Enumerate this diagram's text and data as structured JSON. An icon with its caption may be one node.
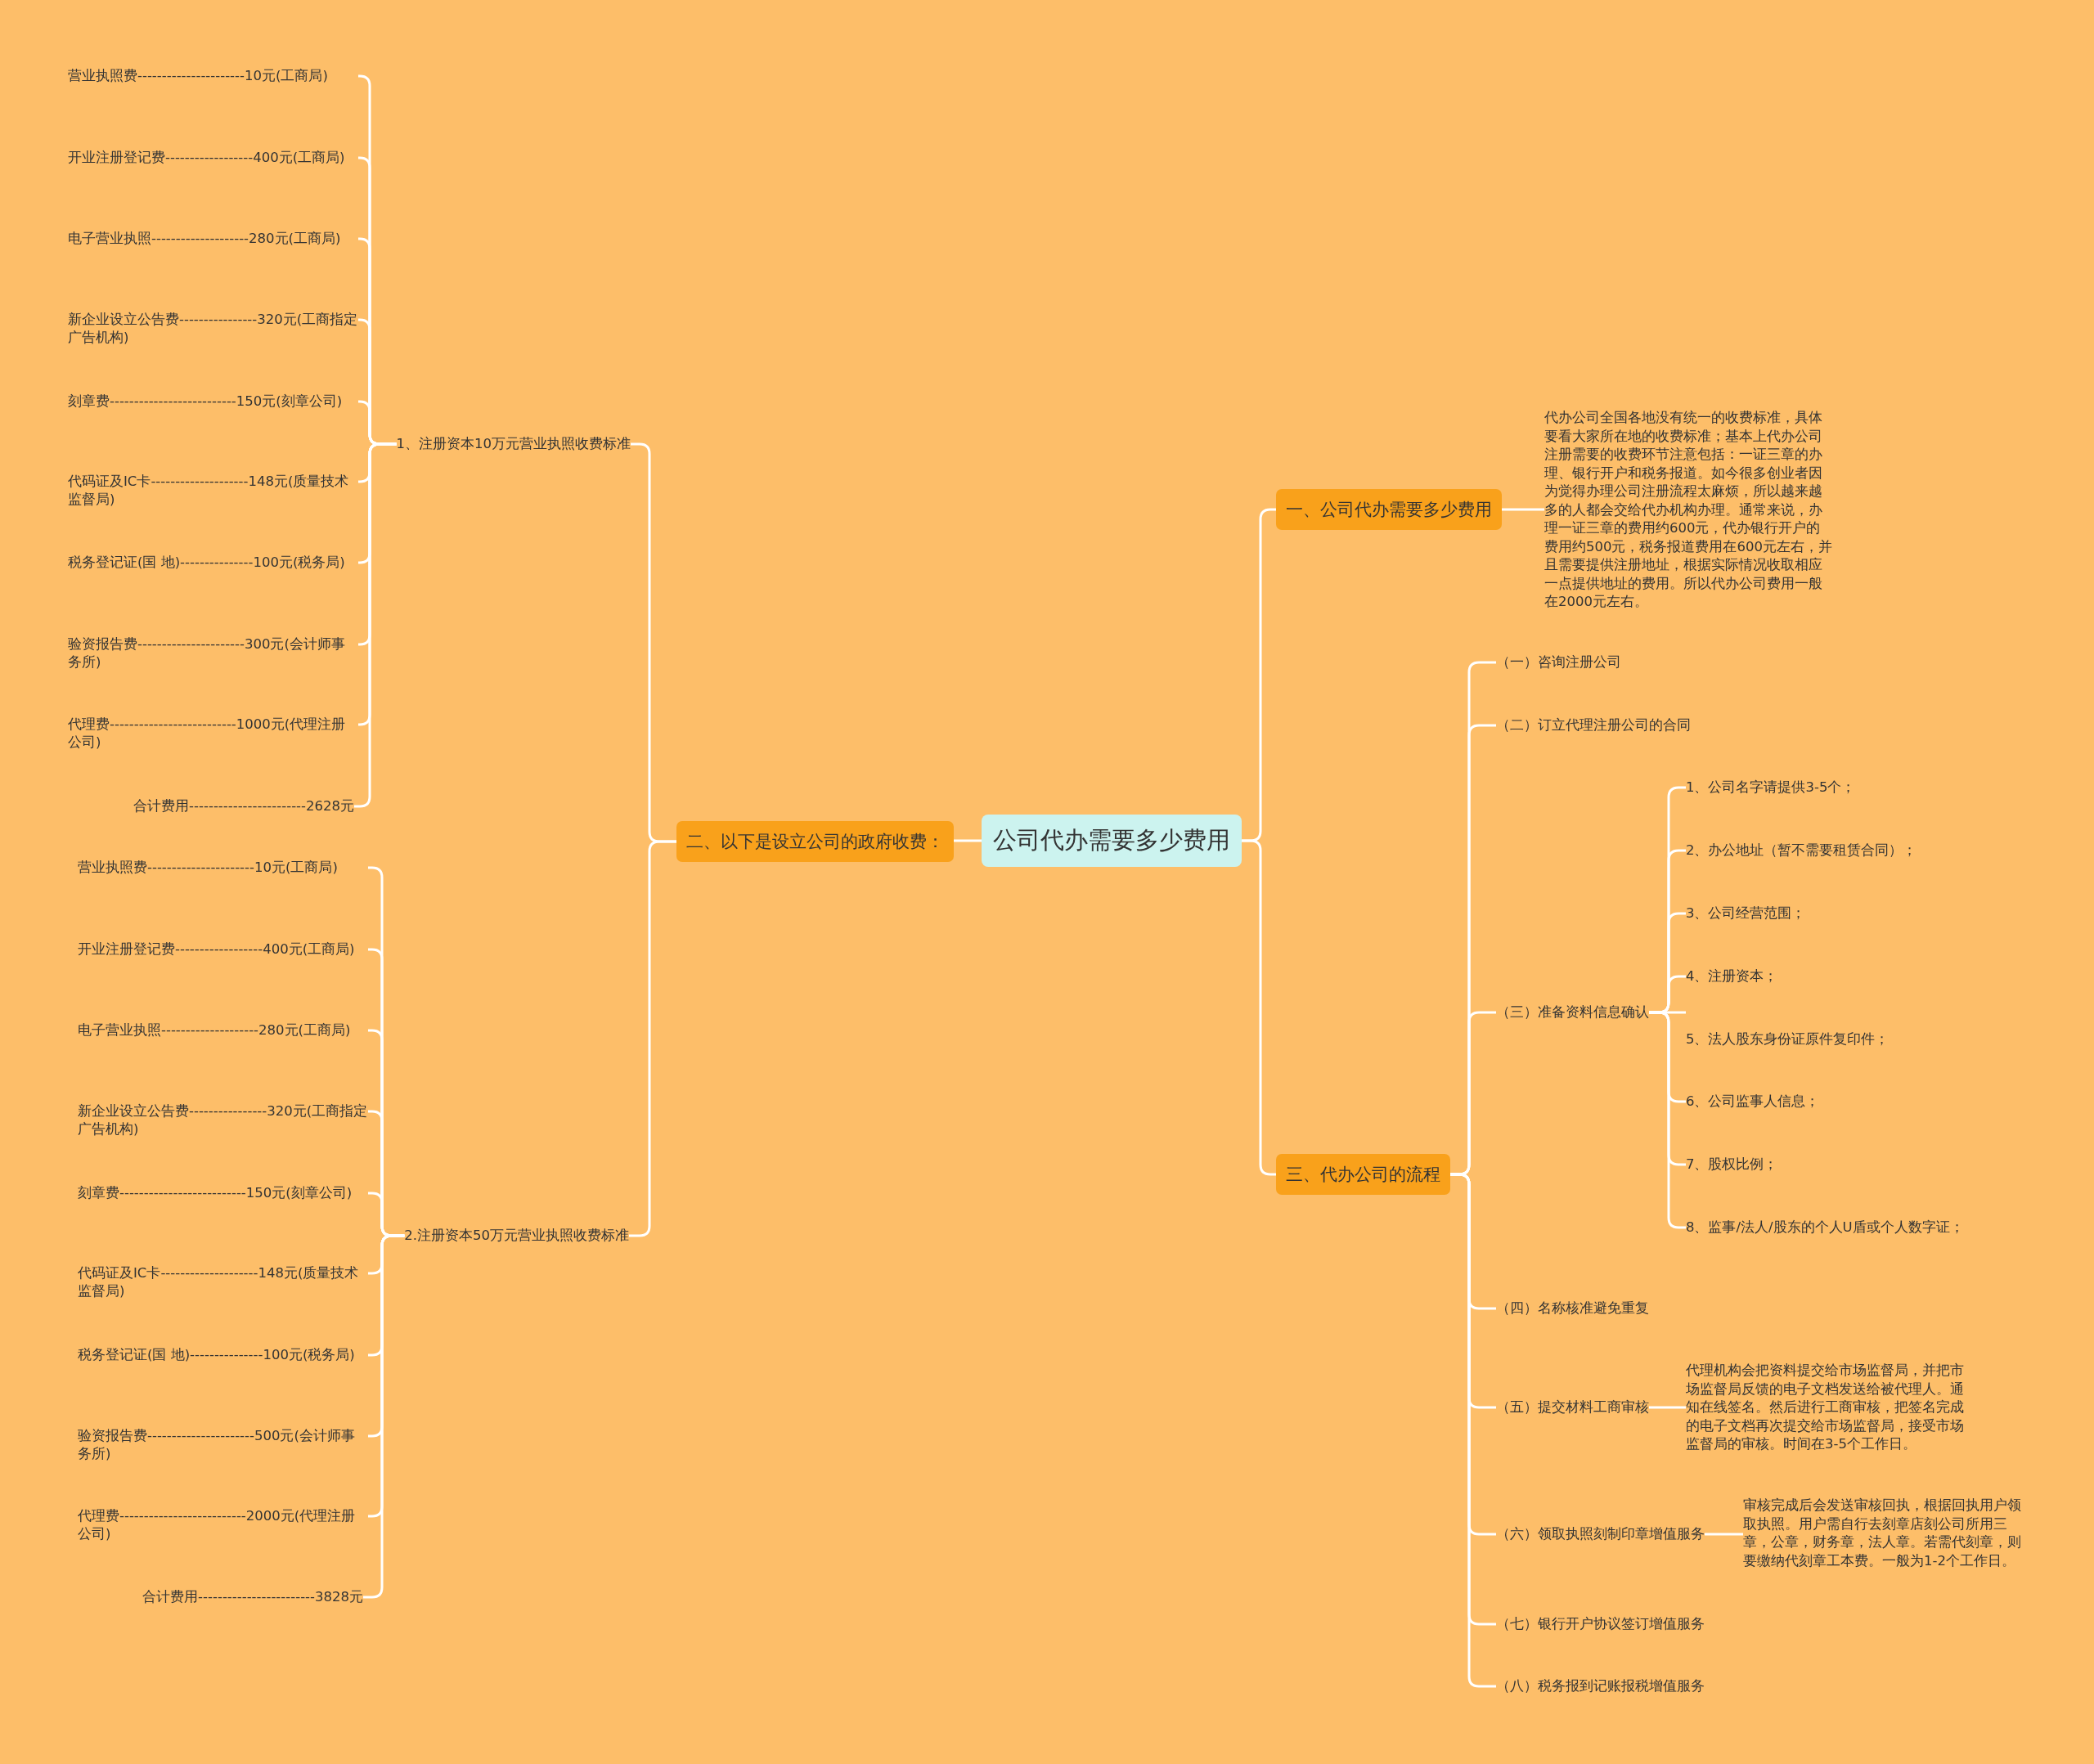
{
  "diagram": {
    "nodes": [
      {
        "text": [
          "公司代办需要多少费用"
        ]
      },
      {
        "text": [
          "二、以下是设立公司的政府收费："
        ]
      },
      {
        "text": [
          "1、注册资本10万元营业执照收费标准"
        ]
      },
      {
        "text": [
          "营业执照费----------------------10元(工商局)"
        ]
      },
      {
        "text": [
          "开业注册登记费------------------400元(工商局)"
        ]
      },
      {
        "text": [
          "电子营业执照--------------------280元(工商局)"
        ]
      },
      {
        "text": [
          "新企业设立公告费----------------320元(工商指定广告机构)"
        ]
      },
      {
        "text": [
          "刻章费--------------------------150元(刻章公司)"
        ]
      },
      {
        "text": [
          "代码证及IC卡--------------------148元(质量技术监督局)"
        ]
      },
      {
        "text": [
          "税务登记证(国 地)---------------100元(税务局)"
        ]
      },
      {
        "text": [
          "验资报告费----------------------300元(会计师事务所)"
        ]
      },
      {
        "text": [
          "代理费--------------------------1000元(代理注册公司)"
        ]
      },
      {
        "text": [
          "合计费用------------------------2628元"
        ]
      },
      {
        "text": [
          "2.注册资本50万元营业执照收费标准"
        ]
      },
      {
        "text": [
          "营业执照费----------------------10元(工商局)"
        ]
      },
      {
        "text": [
          "开业注册登记费------------------400元(工商局)"
        ]
      },
      {
        "text": [
          "电子营业执照--------------------280元(工商局)"
        ]
      },
      {
        "text": [
          "新企业设立公告费----------------320元(工商指定广告机构)"
        ]
      },
      {
        "text": [
          "刻章费--------------------------150元(刻章公司)"
        ]
      },
      {
        "text": [
          "代码证及IC卡--------------------148元(质量技术监督局)"
        ]
      },
      {
        "text": [
          "税务登记证(国 地)---------------100元(税务局)"
        ]
      },
      {
        "text": [
          "验资报告费----------------------500元(会计师事务所)"
        ]
      },
      {
        "text": [
          "代理费--------------------------2000元(代理注册公司)"
        ]
      },
      {
        "text": [
          "合计费用------------------------3828元"
        ]
      },
      {
        "text": [
          "一、公司代办需要多少费用"
        ]
      },
      {
        "text": [
          "代办公司全国各地没有统一的收费标准，具体要看大家所在地的收费标准；基本上代办公司注册需要的收费环节注意包括：一证三章的办理、银行开户和税务报道。如今很多创业者因为觉得办理公司注册流程太麻烦，所以越来越多的人都会交给代办机构办理。通常来说，办理一证三章的费用约600元，代办银行开户的费用约500元，税务报道费用在600元左右，并且需要提供注册地址，根据实际情况收取相应一点提供地址的费用。所以代办公司费用一般在2000元左右。"
        ]
      },
      {
        "text": [
          "三、代办公司的流程"
        ]
      },
      {
        "text": [
          "（一）咨询注册公司"
        ]
      },
      {
        "text": [
          "（二）订立代理注册公司的合同"
        ]
      },
      {
        "text": [
          "（三）准备资料信息确认"
        ]
      },
      {
        "text": [
          "1、公司名字请提供3-5个；"
        ]
      },
      {
        "text": [
          "2、办公地址（暂不需要租赁合同）；"
        ]
      },
      {
        "text": [
          "3、公司经营范围；"
        ]
      },
      {
        "text": [
          "4、注册资本；"
        ]
      },
      {
        "text": [
          "5、法人股东身份证原件复印件；"
        ]
      },
      {
        "text": [
          "6、公司监事人信息；"
        ]
      },
      {
        "text": [
          "7、股权比例；"
        ]
      },
      {
        "text": [
          "8、监事/法人/股东的个人U盾或个人数字证；"
        ]
      },
      {
        "text": [
          "（四）名称核准避免重复"
        ]
      },
      {
        "text": [
          "（五）提交材料工商审核"
        ]
      },
      {
        "text": [
          "代理机构会把资料提交给市场监督局，并把市场监督局反馈的电子文档发送给被代理人。通知在线签名。然后进行工商审核，把签名完成的电子文档再次提交给市场监督局，接受市场监督局的审核。时间在3-5个工作日。"
        ]
      },
      {
        "text": [
          "（六）领取执照刻制印章增值服务"
        ]
      },
      {
        "text": [
          "审核完成后会发送审核回执，根据回执用户领取执照。用户需自行去刻章店刻公司所用三章，公章，财务章，法人章。若需代刻章，则要缴纳代刻章工本费。一般为1-2个工作日。"
        ]
      },
      {
        "text": [
          "（七）银行开户协议签订增值服务"
        ]
      },
      {
        "text": [
          "（八）税务报到记账报税增值服务"
        ]
      }
    ],
    "edges": [
      {
        "from": 0,
        "to": 1,
        "arrow": "none"
      },
      {
        "from": 1,
        "to": 2,
        "arrow": "none"
      },
      {
        "from": 2,
        "to": 3,
        "arrow": "none"
      },
      {
        "from": 2,
        "to": 4,
        "arrow": "none"
      },
      {
        "from": 2,
        "to": 5,
        "arrow": "none"
      },
      {
        "from": 2,
        "to": 6,
        "arrow": "none"
      },
      {
        "from": 2,
        "to": 7,
        "arrow": "none"
      },
      {
        "from": 2,
        "to": 8,
        "arrow": "none"
      },
      {
        "from": 2,
        "to": 9,
        "arrow": "none"
      },
      {
        "from": 2,
        "to": 10,
        "arrow": "none"
      },
      {
        "from": 2,
        "to": 11,
        "arrow": "none"
      },
      {
        "from": 2,
        "to": 12,
        "arrow": "none"
      },
      {
        "from": 1,
        "to": 13,
        "arrow": "none"
      },
      {
        "from": 13,
        "to": 14,
        "arrow": "none"
      },
      {
        "from": 13,
        "to": 15,
        "arrow": "none"
      },
      {
        "from": 13,
        "to": 16,
        "arrow": "none"
      },
      {
        "from": 13,
        "to": 17,
        "arrow": "none"
      },
      {
        "from": 13,
        "to": 18,
        "arrow": "none"
      },
      {
        "from": 13,
        "to": 19,
        "arrow": "none"
      },
      {
        "from": 13,
        "to": 20,
        "arrow": "none"
      },
      {
        "from": 13,
        "to": 21,
        "arrow": "none"
      },
      {
        "from": 13,
        "to": 22,
        "arrow": "none"
      },
      {
        "from": 13,
        "to": 23,
        "arrow": "none"
      },
      {
        "from": 0,
        "to": 24,
        "arrow": "none"
      },
      {
        "from": 24,
        "to": 25,
        "arrow": "none"
      },
      {
        "from": 0,
        "to": 26,
        "arrow": "none"
      },
      {
        "from": 26,
        "to": 27,
        "arrow": "none"
      },
      {
        "from": 26,
        "to": 28,
        "arrow": "none"
      },
      {
        "from": 26,
        "to": 29,
        "arrow": "none"
      },
      {
        "from": 29,
        "to": 30,
        "arrow": "none"
      },
      {
        "from": 29,
        "to": 31,
        "arrow": "none"
      },
      {
        "from": 29,
        "to": 32,
        "arrow": "none"
      },
      {
        "from": 29,
        "to": 33,
        "arrow": "none"
      },
      {
        "from": 29,
        "to": 34,
        "arrow": "none"
      },
      {
        "from": 29,
        "to": 35,
        "arrow": "none"
      },
      {
        "from": 29,
        "to": 36,
        "arrow": "none"
      },
      {
        "from": 29,
        "to": 37,
        "arrow": "none"
      },
      {
        "from": 26,
        "to": 38,
        "arrow": "none"
      },
      {
        "from": 26,
        "to": 39,
        "arrow": "none"
      },
      {
        "from": 39,
        "to": 40,
        "arrow": "none"
      },
      {
        "from": 26,
        "to": 41,
        "arrow": "none"
      },
      {
        "from": 41,
        "to": 42,
        "arrow": "none"
      },
      {
        "from": 26,
        "to": 43,
        "arrow": "none"
      },
      {
        "from": 26,
        "to": 44,
        "arrow": "none"
      }
    ]
  }
}
